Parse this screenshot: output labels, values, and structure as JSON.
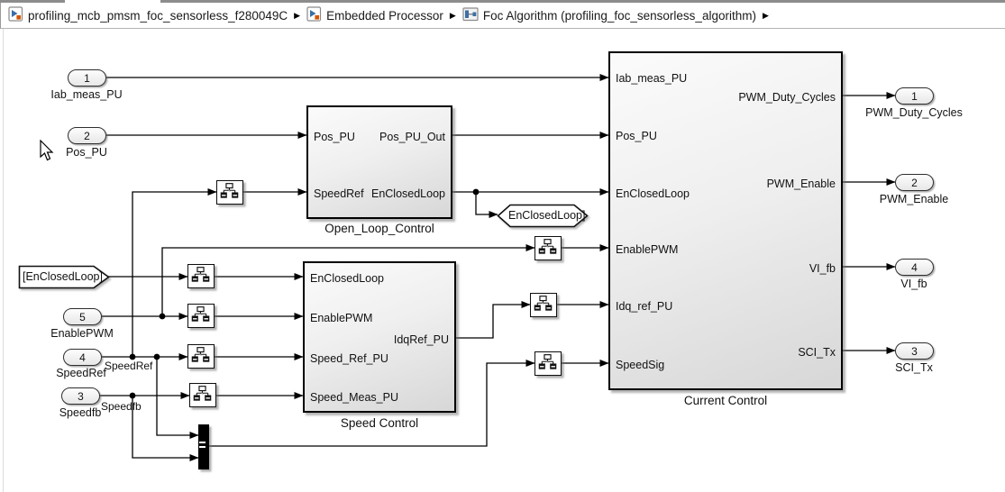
{
  "window": {
    "breadcrumb": [
      {
        "label": "profiling_mcb_pmsm_foc_sensorless_f280049C",
        "icon": "model-icon",
        "sep": "▶"
      },
      {
        "label": "Embedded Processor",
        "icon": "model-icon",
        "sep": "▶"
      },
      {
        "label": "Foc Algorithm (profiling_foc_sensorless_algorithm)",
        "icon": "subsystem-icon",
        "sep": "▶"
      }
    ]
  },
  "diagram": {
    "inports": [
      {
        "number": "1",
        "label": "Iab_meas_PU"
      },
      {
        "number": "2",
        "label": "Pos_PU"
      },
      {
        "number": "5",
        "label": "EnablePWM"
      },
      {
        "number": "4",
        "label": "SpeedRef"
      },
      {
        "number": "3",
        "label": "Speedfb"
      }
    ],
    "outports": [
      {
        "number": "1",
        "label": "PWM_Duty_Cycles"
      },
      {
        "number": "2",
        "label": "PWM_Enable"
      },
      {
        "number": "4",
        "label": "VI_fb"
      },
      {
        "number": "3",
        "label": "SCI_Tx"
      }
    ],
    "subsystems": {
      "open_loop": {
        "name": "Open_Loop_Control",
        "in": [
          "Pos_PU",
          "SpeedRef"
        ],
        "out": [
          "Pos_PU_Out",
          "EnClosedLoop"
        ]
      },
      "speed": {
        "name": "Speed Control",
        "in": [
          "EnClosedLoop",
          "EnablePWM",
          "Speed_Ref_PU",
          "Speed_Meas_PU"
        ],
        "out": [
          "IdqRef_PU"
        ]
      },
      "current": {
        "name": "Current Control",
        "in": [
          "Iab_meas_PU",
          "Pos_PU",
          "EnClosedLoop",
          "EnablePWM",
          "Idq_ref_PU",
          "SpeedSig"
        ],
        "out": [
          "PWM_Duty_Cycles",
          "PWM_Enable",
          "VI_fb",
          "SCI_Tx"
        ]
      }
    },
    "tags": {
      "from_enclosedloop": "[EnClosedLoop]",
      "goto_enclosedloop": "EnClosedLoop]"
    },
    "signal_labels": {
      "speedref": "SpeedRef",
      "speedfb": "Speedfb"
    }
  },
  "colors": {
    "wire": "#000000",
    "block_border": "#000000",
    "block_fill": "#e9e9e9",
    "icon_blue": "#3b6ea5",
    "icon_orange": "#d45500"
  }
}
